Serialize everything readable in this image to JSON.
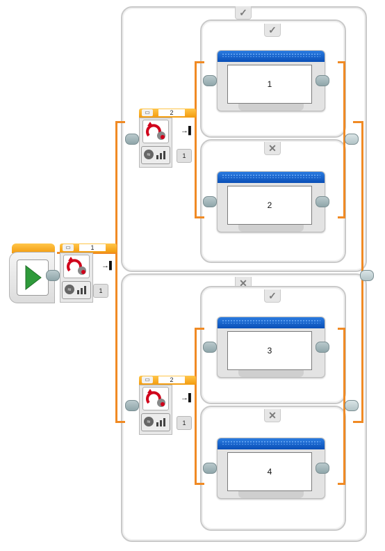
{
  "program": {
    "start_block": {
      "icon": "play-icon"
    },
    "outer_switch": {
      "port_value": "1",
      "case_tabs": [
        "✓",
        "✕"
      ],
      "sensor_mode_icon": "touch-sensor-icon"
    },
    "inner_switch_top": {
      "port_value": "2",
      "input_value": "1",
      "case_tabs": [
        "✓",
        "✕"
      ]
    },
    "inner_switch_bottom": {
      "port_value": "2",
      "input_value": "1",
      "case_tabs": [
        "✓",
        "✕"
      ]
    },
    "outer_input_value": "1",
    "displays": [
      {
        "text": "1"
      },
      {
        "text": "2"
      },
      {
        "text": "3"
      },
      {
        "text": "4"
      }
    ]
  },
  "colors": {
    "wire": "#f08a24",
    "header_blue": "#0a4fb7",
    "block_orange": "#f39b0f",
    "play_green": "#2e9a3a"
  }
}
